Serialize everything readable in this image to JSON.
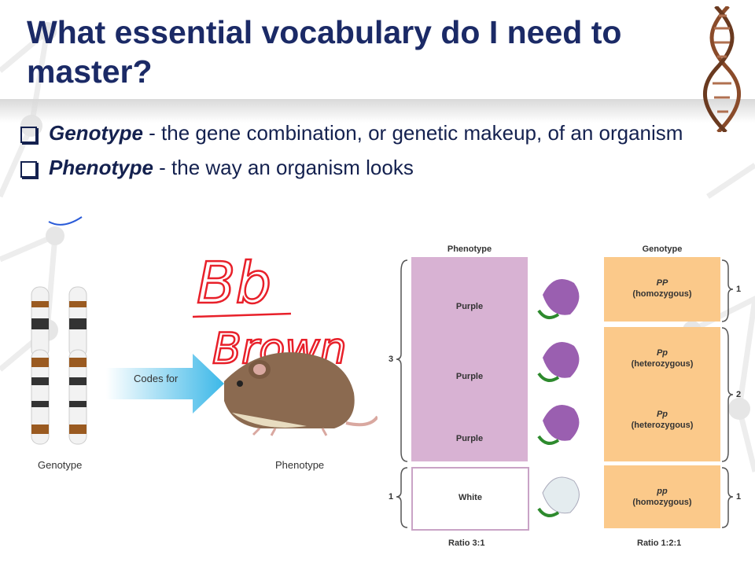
{
  "slide": {
    "title": "What essential vocabulary do I need to master?",
    "bullets": [
      {
        "term": "Genotype",
        "definition": " - the gene combination, or genetic makeup, of an organism"
      },
      {
        "term": "Phenotype",
        "definition": " - the way an organism looks"
      }
    ],
    "handwriting": {
      "line1": "Bb",
      "line2": "Brown"
    }
  },
  "left_figure": {
    "arrow_label": "Codes for",
    "genotype_label": "Genotype",
    "phenotype_label": "Phenotype"
  },
  "right_figure": {
    "phenotype_header": "Phenotype",
    "genotype_header": "Genotype",
    "rows": [
      {
        "phenotype": "Purple",
        "genotype": "PP",
        "zygosity": "(homozygous)"
      },
      {
        "phenotype": "Purple",
        "genotype": "Pp",
        "zygosity": "(heterozygous)"
      },
      {
        "phenotype": "Purple",
        "genotype": "Pp",
        "zygosity": "(heterozygous)"
      },
      {
        "phenotype": "White",
        "genotype": "pp",
        "zygosity": "(homozygous)"
      }
    ],
    "left_counts": [
      "3",
      "1"
    ],
    "right_counts": [
      "1",
      "2",
      "1"
    ],
    "phenotype_ratio": "Ratio 3:1",
    "genotype_ratio": "Ratio 1:2:1"
  },
  "colors": {
    "title": "#1b2a66",
    "phenotype_fill": "#d8b2d3",
    "genotype_fill": "#fbc98a",
    "arrow": "#3cb8e8",
    "ink_red": "#e8202a",
    "ink_blue": "#2a5bd8"
  }
}
